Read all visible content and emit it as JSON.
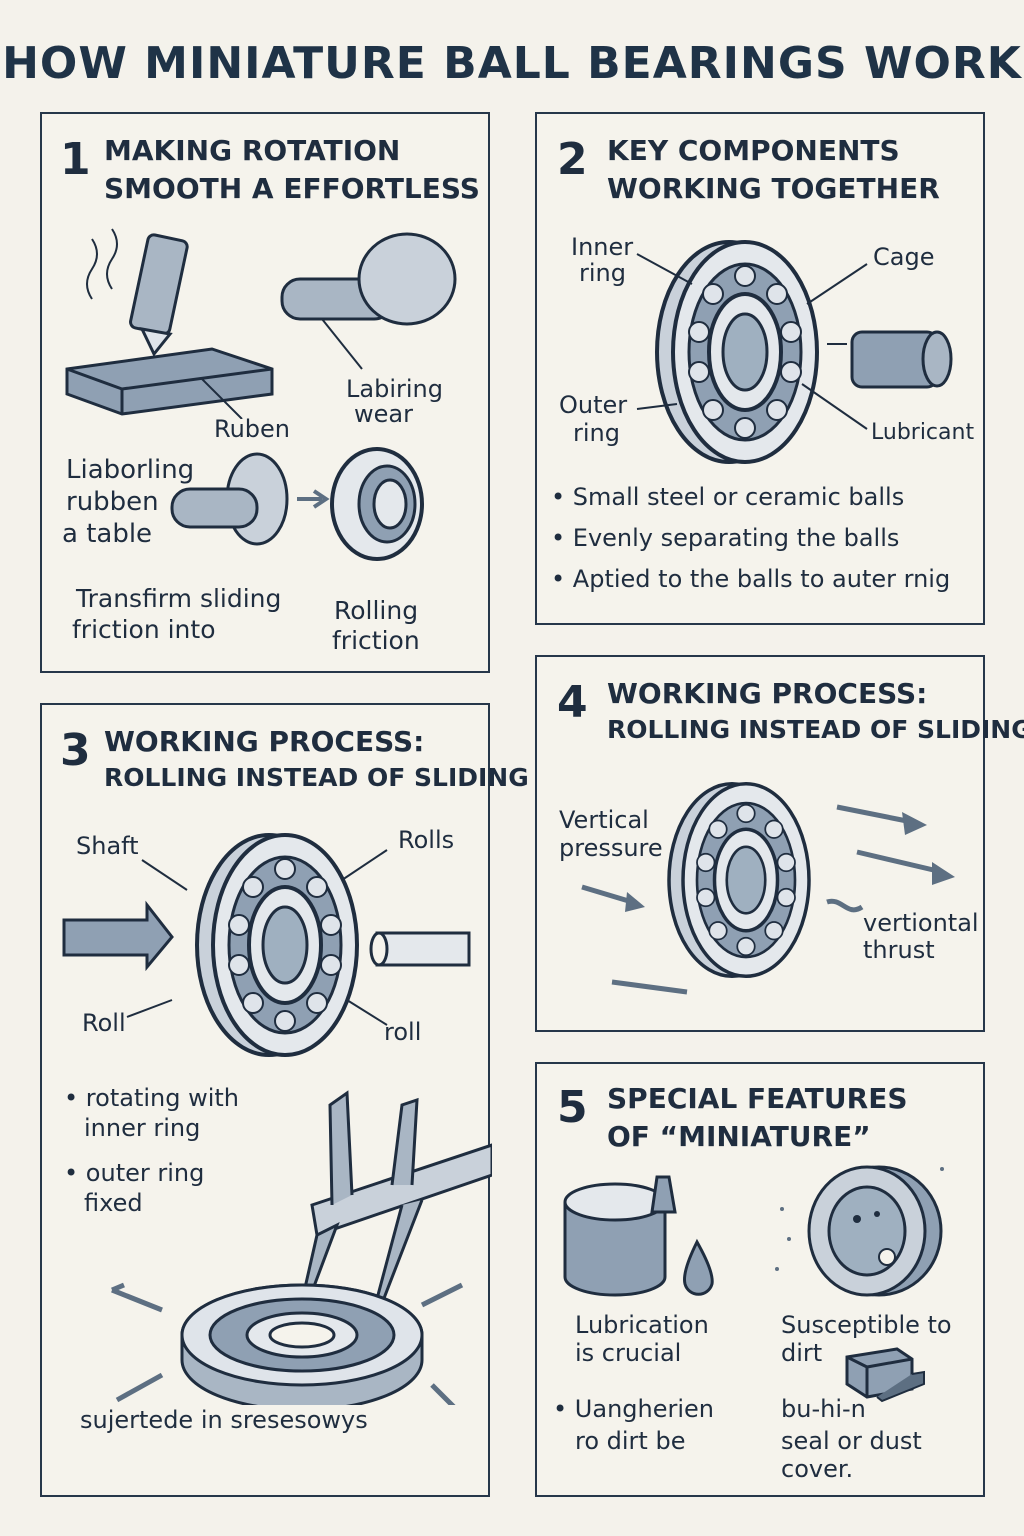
{
  "title": "HOW MINIATURE BALL BEARINGS WORK",
  "colors": {
    "ink": "#1f2d3f",
    "steel": "#8fa0b3",
    "background": "#f4f2eb"
  },
  "panels": [
    {
      "number": "1",
      "title_line1": "MAKING ROTATION",
      "title_line2": "SMOOTH A EFFORTLESS",
      "labels": {
        "ruben": "Ruben",
        "labiring_1": "Labiring",
        "labiring_2": "wear",
        "liaborling_1": "Liaborling",
        "liaborling_2": "rubben",
        "liaborling_3": "a table",
        "transfirm_1": "Transfirm sliding",
        "transfirm_2": "friction into",
        "rolling_1": "Rolling",
        "rolling_2": "friction"
      }
    },
    {
      "number": "2",
      "title_line1": "KEY COMPONENTS",
      "title_line2": "WORKING TOGETHER",
      "labels": {
        "inner_1": "Inner",
        "inner_2": "ring",
        "cage": "Cage",
        "outer_1": "Outer",
        "outer_2": "ring",
        "lubricant": "Lubricant"
      },
      "bullets": [
        "Small steel or ceramic balls",
        "Evenly separating the balls",
        "Aptied to the balls to auter rnig"
      ]
    },
    {
      "number": "3",
      "title_line1": "WORKING PROCESS:",
      "title_line2": "ROLLING INSTEAD OF SLIDING",
      "labels": {
        "shaft": "Shaft",
        "rolls": "Rolls",
        "roll": "Roll",
        "roll2": "roll",
        "caption": "sujertede in sresesowys"
      },
      "bullets": [
        [
          "rotating with",
          "inner ring"
        ],
        [
          "outer ring",
          "fixed"
        ]
      ]
    },
    {
      "number": "4",
      "title_line1": "WORKING PROCESS:",
      "title_line2": "ROLLING INSTEAD OF SLIDING",
      "labels": {
        "vertical_1": "Vertical",
        "vertical_2": "pressure",
        "thrust_1": "vertiontal",
        "thrust_2": "thrust"
      }
    },
    {
      "number": "5",
      "title_line1": "SPECIAL FEATURES",
      "title_line2": "OF “MINIATURE”",
      "labels": {
        "lub_1": "Lubrication",
        "lub_2": "is crucial",
        "sus_1": "Susceptible to",
        "sus_2": "dirt",
        "bullet_1": "Uangherien",
        "bullet_2": "ro dirt be",
        "seal_1": "bu-hi-n",
        "seal_2": "seal or dust",
        "seal_3": "cover."
      }
    }
  ]
}
